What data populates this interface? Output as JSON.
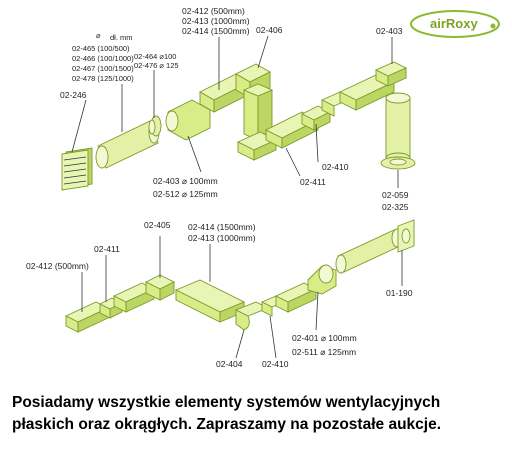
{
  "brand": {
    "name": "airRoxy",
    "accent": "#8cb82e"
  },
  "labels": {
    "top": {
      "p02_412": "02-412 (500mm)",
      "p02_413": "02-413 (1000mm)",
      "p02_414": "02-414 (1500mm)",
      "p02_406": "02-406",
      "p02_403_tr": "02-403",
      "dl": "dł. mm",
      "diam_sym": "⌀",
      "p02_465": "02-465 (100/500)",
      "p02_466": "02-466 (100/1000)",
      "p02_467": "02-467 (100/1500)",
      "p02_478": "02-478 (125/1000)",
      "p02_464": "02-464 ⌀100",
      "p02_476": "02-476 ⌀ 125",
      "p02_246": "02-246",
      "p02_403_100": "02-403 ⌀ 100mm",
      "p02_512_125": "02-512 ⌀ 125mm",
      "p02_410": "02-410",
      "p02_411": "02-411",
      "p02_059": "02-059",
      "p02_325": "02-325"
    },
    "bottom": {
      "p02_405": "02-405",
      "p02_414": "02-414 (1500mm)",
      "p02_413": "02-413 (1000mm)",
      "p02_411": "02-411",
      "p02_412": "02-412 (500mm)",
      "p01_190": "01-190",
      "p02_401": "02-401 ⌀ 100mm",
      "p02_511": "02-511 ⌀ 125mm",
      "p02_404": "02-404",
      "p02_410": "02-410"
    }
  },
  "footer": {
    "line1": "Posiadamy wszystkie elementy systemów wentylacyjnych",
    "line2": "płaskich oraz okrągłych. Zapraszamy na pozostałe aukcje."
  }
}
